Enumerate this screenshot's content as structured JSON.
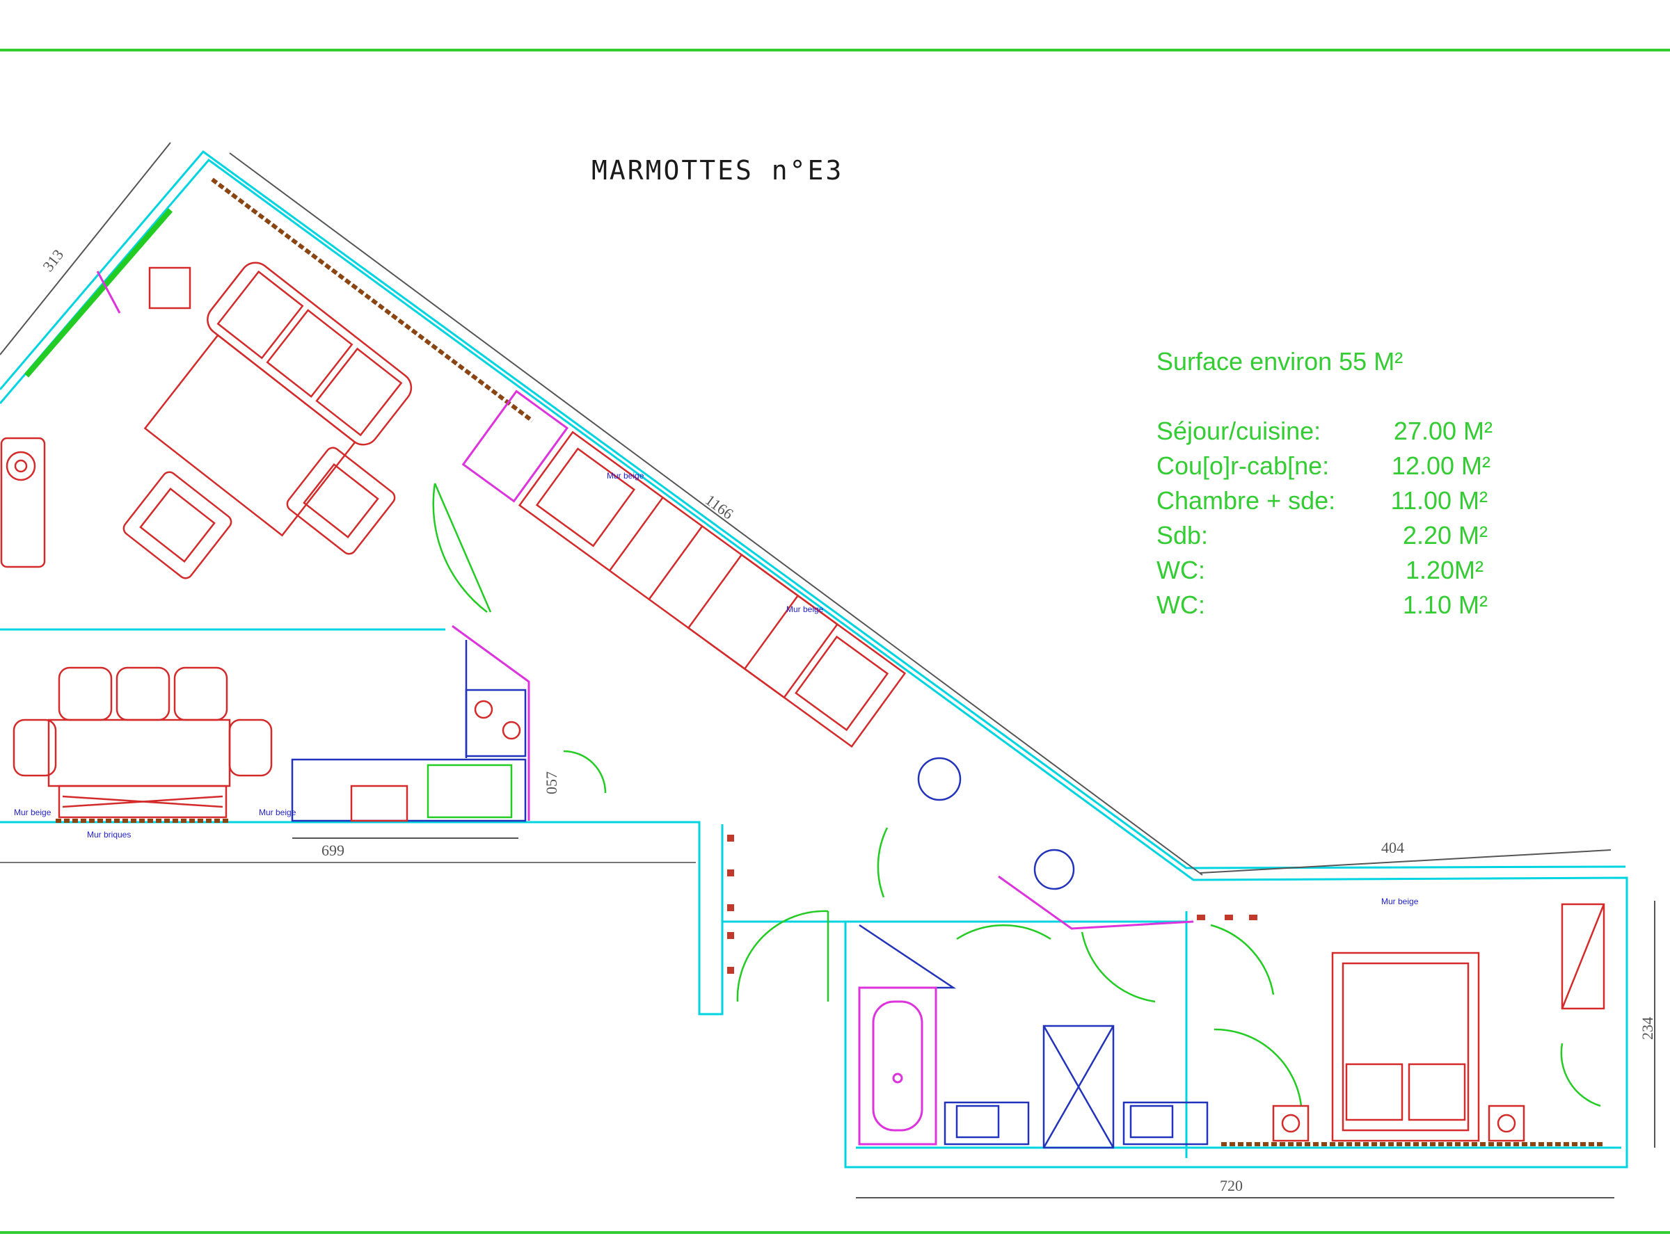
{
  "plan": {
    "title": "MARMOTTES n°E3",
    "surface_total": "Surface environ 55 M²",
    "rooms": [
      {
        "name": "Séjour/cuisine:",
        "area": "27.00 M²"
      },
      {
        "name": "Cou[o]r-cab[ne:",
        "area": "12.00 M²"
      },
      {
        "name": "Chambre + sde:",
        "area": "11.00 M²"
      },
      {
        "name": "Sdb:",
        "area": "2.20 M²"
      },
      {
        "name": "WC:",
        "area": "1.20M²"
      },
      {
        "name": "WC:",
        "area": "1.10 M²"
      }
    ],
    "dimensions": {
      "d313": "313",
      "d1166": "1166",
      "d404": "404",
      "d234": "234",
      "d720": "720",
      "d699": "699",
      "d057": "057"
    },
    "wall_labels": {
      "mur_beige_1": "Mur beige",
      "mur_beige_2": "Mur beige",
      "mur_beige_3": "Mur beige",
      "mur_beige_4": "Mur beige",
      "mur_beige_5": "Mur beige",
      "mur_briques": "Mur briques"
    }
  },
  "colors": {
    "walls": "#00d4e0",
    "furniture": "#d42a2a",
    "doors": "#22cc22",
    "text_green": "#33cc33",
    "frame": "#33cc33"
  }
}
